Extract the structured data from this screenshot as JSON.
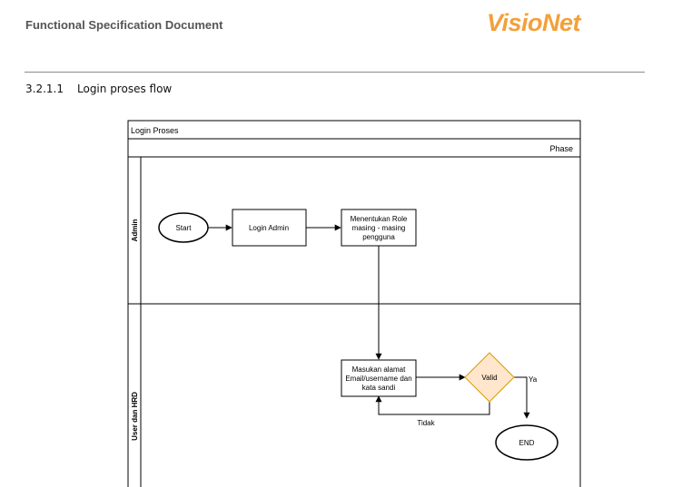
{
  "header": {
    "doc_title": "Functional Specification Document",
    "logo_text": "VisioNet",
    "logo_color": "#f3a03a"
  },
  "section": {
    "number": "3.2.1.1",
    "title": "Login proses flow"
  },
  "diagram": {
    "pool_title": "Login Proses",
    "phase_label": "Phase",
    "lanes": [
      "Admin",
      "User dan HRD"
    ],
    "nodes": {
      "start": "Start",
      "login_admin": "Login Admin",
      "role_lines": [
        "Menentukan Role",
        "masing - masing",
        "pengguna"
      ],
      "input_lines": [
        "Masukan alamat",
        "Email/username dan",
        "kata sandi"
      ],
      "valid": "Valid",
      "end": "END"
    },
    "edges": {
      "yes": "Ya",
      "no": "Tidak"
    },
    "colors": {
      "decision_fill": "#ffe6cc",
      "decision_stroke": "#d79b00"
    }
  }
}
